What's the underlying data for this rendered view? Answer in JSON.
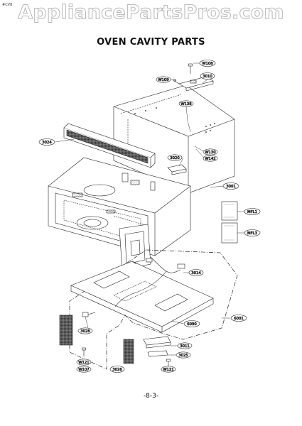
{
  "watermark": "AppliancePartsPros.com",
  "corner_code": "#CV8",
  "title": "OVEN CAVITY PARTS",
  "page_number": "-8-3-",
  "labels": {
    "w108": "W108",
    "p3010": "3010",
    "w109": "W109",
    "w138": "W138",
    "p3024": "3024",
    "p3020": "3020",
    "w130": "W130",
    "w142": "W142",
    "p3001": "3001",
    "mfl1": "MFL1",
    "mfl3": "MFL3",
    "p3014": "3014",
    "p6090": "6090",
    "p6001": "6001",
    "p3028": "3028",
    "p3011": "3011",
    "p3025": "3025",
    "w121a": "W121",
    "w107": "W107",
    "p3026": "3026",
    "w121b": "W121"
  }
}
